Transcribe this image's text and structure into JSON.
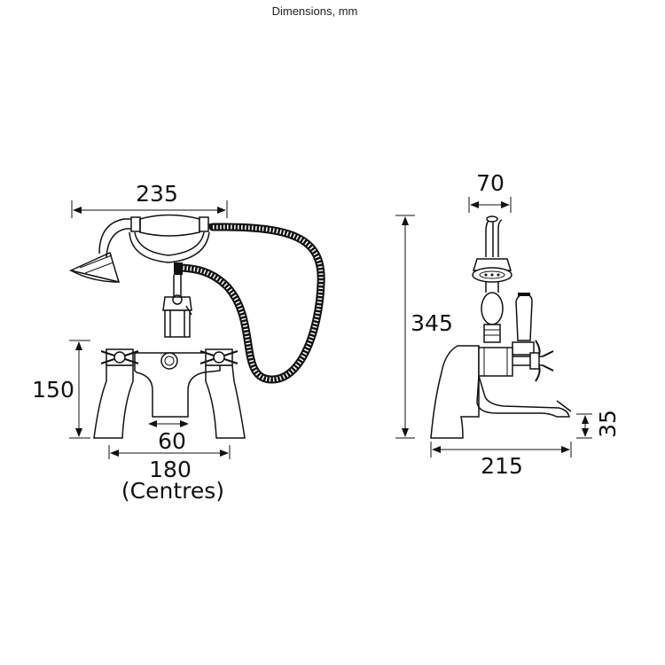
{
  "header": {
    "title": "Dimensions, mm"
  },
  "front_view": {
    "handset_width": "235",
    "body_height": "150",
    "outlet_width": "60",
    "centres": "180",
    "centres_note": "(Centres)"
  },
  "side_view": {
    "handset_diameter": "70",
    "total_height": "345",
    "spout_height": "35",
    "depth": "215"
  },
  "colors": {
    "line": "#111111",
    "background": "#ffffff"
  }
}
